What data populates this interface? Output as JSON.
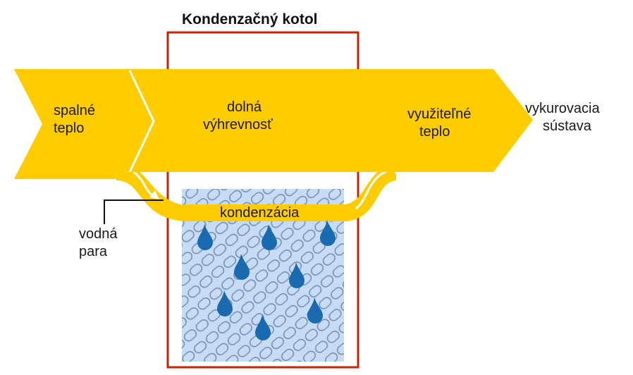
{
  "title": "Kondenzačný kotol",
  "labels": {
    "spalne_teplo": [
      "spalné",
      "teplo"
    ],
    "dolna_vyhrevnost": [
      "dolná",
      "výhrevnosť"
    ],
    "vyuzitelne_teplo": [
      "využiteľné",
      "teplo"
    ],
    "vykurovacia_sustava": [
      "vykurovacia",
      "sústava"
    ],
    "kondenzacia": "kondenzácia",
    "vodna_para": [
      "vodná",
      "para"
    ]
  },
  "colors": {
    "arrow_fill": "#FFCC00",
    "arrow_highlight": "#FFFFFF",
    "boiler_frame": "#CC2200",
    "exchanger_fill": "#C6DCF5",
    "exchanger_lines": "#7A8FB5",
    "droplet": "#1A6AB0",
    "text": "#1A1A1A"
  },
  "icons": {
    "droplet": "water-droplet-icon"
  }
}
